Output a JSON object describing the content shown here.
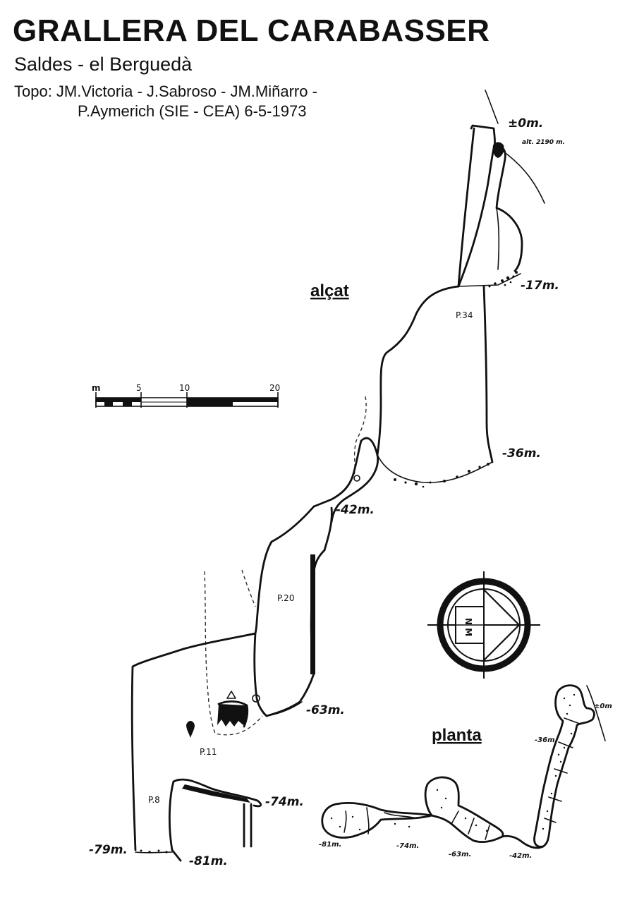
{
  "header": {
    "title": "GRALLERA DEL CARABASSER",
    "subtitle": "Saldes - el Berguedà",
    "credits_line1": "Topo: JM.Victoria - J.Sabroso - JM.Miñarro -",
    "credits_line2": "P.Aymerich (SIE - CEA)  6-5-1973"
  },
  "elevation": {
    "section_label": "alçat",
    "entrance_depth": "±0m.",
    "altitude": "alt. 2190 m.",
    "depths": {
      "d17": "-17m.",
      "d36": "-36m.",
      "d42": "-42m.",
      "d63": "-63m.",
      "d74": "-74m.",
      "d79": "-79m.",
      "d81": "-81m."
    },
    "pitches": {
      "p34": "P.34",
      "p20": "P.20",
      "p11": "P.11",
      "p8": "P.8"
    }
  },
  "scale_bar": {
    "unit": "m",
    "ticks": [
      "5",
      "10",
      "20"
    ]
  },
  "north_arrow": {
    "label": "N M"
  },
  "plan": {
    "section_label": "planta",
    "depths": {
      "p0": "±0m",
      "p36": "-36m",
      "p81": "-81m.",
      "p74": "-74m.",
      "p63": "-63m.",
      "p42": "-42m."
    }
  }
}
